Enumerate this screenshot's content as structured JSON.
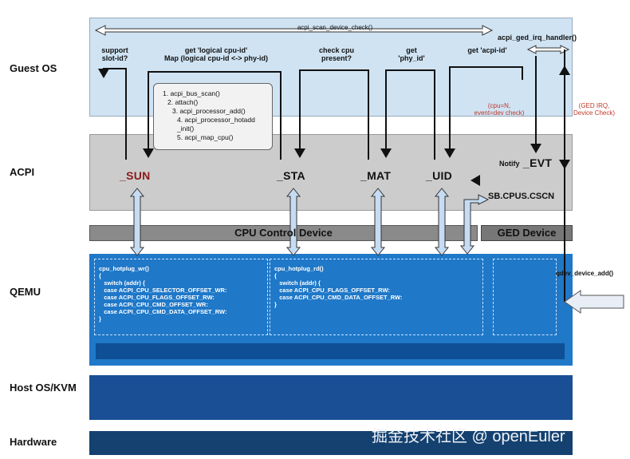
{
  "layers": {
    "guest_os": "Guest OS",
    "acpi": "ACPI",
    "qemu": "QEMU",
    "host": "Host OS/KVM",
    "hardware": "Hardware"
  },
  "guest": {
    "scan_check": "acpi_scan_device_check()",
    "ged_handler": "acpi_ged_irq_handler()",
    "support_slot": "support\nslot-id?",
    "get_logical": "get 'logical cpu-id'\nMap (logical cpu-id <-> phy-id)",
    "check_present": "check cpu\npresent?",
    "get_phy": "get\n'phy_id'",
    "get_acpi": "get 'acpi-id'",
    "cpu_event": "(cpu=N,\nevent=dev check)",
    "ged_irq": "(GED IRQ,\nDevice Check)"
  },
  "scroll": {
    "steps": [
      "1. acpi_bus_scan()",
      "2. attach()",
      "3. acpi_processor_add()",
      "4. acpi_processor_hotadd\n_init()",
      "5.  acpi_map_cpu()"
    ]
  },
  "acpi": {
    "sun": "_SUN",
    "sta": "_STA",
    "mat": "_MAT",
    "uid": "_UID",
    "notify": "Notify",
    "evt": "_EVT",
    "cscn": "SB.CPUS.CSCN"
  },
  "devices": {
    "cpu_control": "CPU Control Device",
    "ged": "GED Device"
  },
  "qemu": {
    "wr_code": "cpu_hotplug_wr()\n{\n   switch (addr) {\n   case ACPI_CPU_SELECTOR_OFFSET_WR:\n   case ACPI_CPU_FLAGS_OFFSET_RW:\n   case ACPI_CPU_CMD_OFFSET_WR:\n   case ACPI_CPU_CMD_DATA_OFFSET_RW:\n}",
    "rd_code": "cpu_hotplug_rd()\n{\n   switch (addr) {\n   case ACPI_CPU_FLAGS_OFFSET_RW:\n   case ACPI_CPU_CMD_DATA_OFFSET_RW:\n}",
    "qdev": "qdev_device_add()"
  },
  "watermark": "掘金技术社区 @ openEuler",
  "colors": {
    "guest_bg": "#cfe3f3",
    "acpi_bg": "#cccccc",
    "qemu_bg": "#1f78c8",
    "host_bg": "#1a4f96",
    "hw_bg": "#14416f",
    "method_red": "#8b1a1a",
    "note_red": "#c0392b"
  }
}
